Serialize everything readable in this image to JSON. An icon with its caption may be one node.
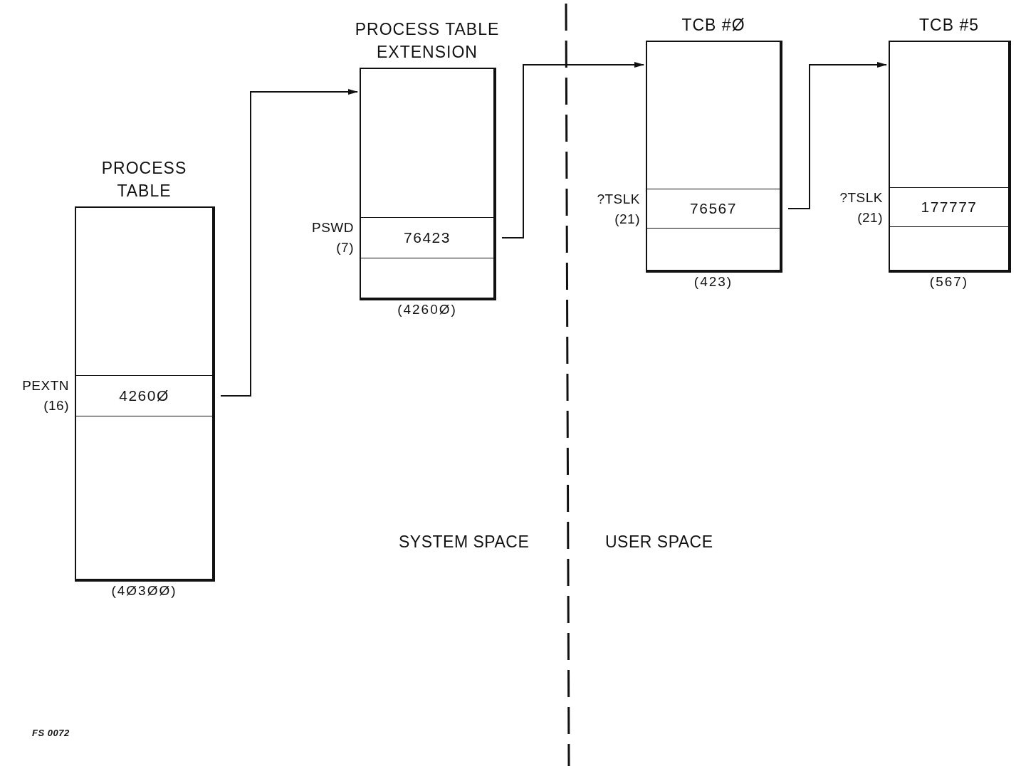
{
  "diagram": {
    "nodes": [
      {
        "text": [
          "PROCESS TABLE"
        ],
        "beside": [
          "(4Ø3ØØ)"
        ]
      },
      {
        "text": [
          "4260Ø"
        ],
        "in": 0,
        "beside": [
          "PEXTN (16)"
        ]
      },
      {
        "text": [
          "PROCESS TABLE EXTENSION"
        ],
        "beside": [
          "(4260Ø)"
        ]
      },
      {
        "text": [
          "76423"
        ],
        "in": 2,
        "beside": [
          "PSWD (7)"
        ]
      },
      {
        "text": [
          "TCB #Ø"
        ],
        "beside": [
          "(423)"
        ]
      },
      {
        "text": [
          "76567"
        ],
        "in": 4,
        "beside": [
          "?TSLK (21)"
        ]
      },
      {
        "text": [
          "TCB #5"
        ],
        "beside": [
          "(567)"
        ]
      },
      {
        "text": [
          "177777"
        ],
        "in": 6,
        "beside": [
          "?TSLK (21)"
        ]
      }
    ],
    "edges": [
      {
        "from": 1,
        "to": 2,
        "arrow": "to"
      },
      {
        "from": 3,
        "to": 4,
        "arrow": "to"
      },
      {
        "from": 5,
        "to": 6,
        "arrow": "to"
      }
    ],
    "labels": [
      "SYSTEM SPACE",
      "USER SPACE",
      "FS 0072"
    ]
  }
}
